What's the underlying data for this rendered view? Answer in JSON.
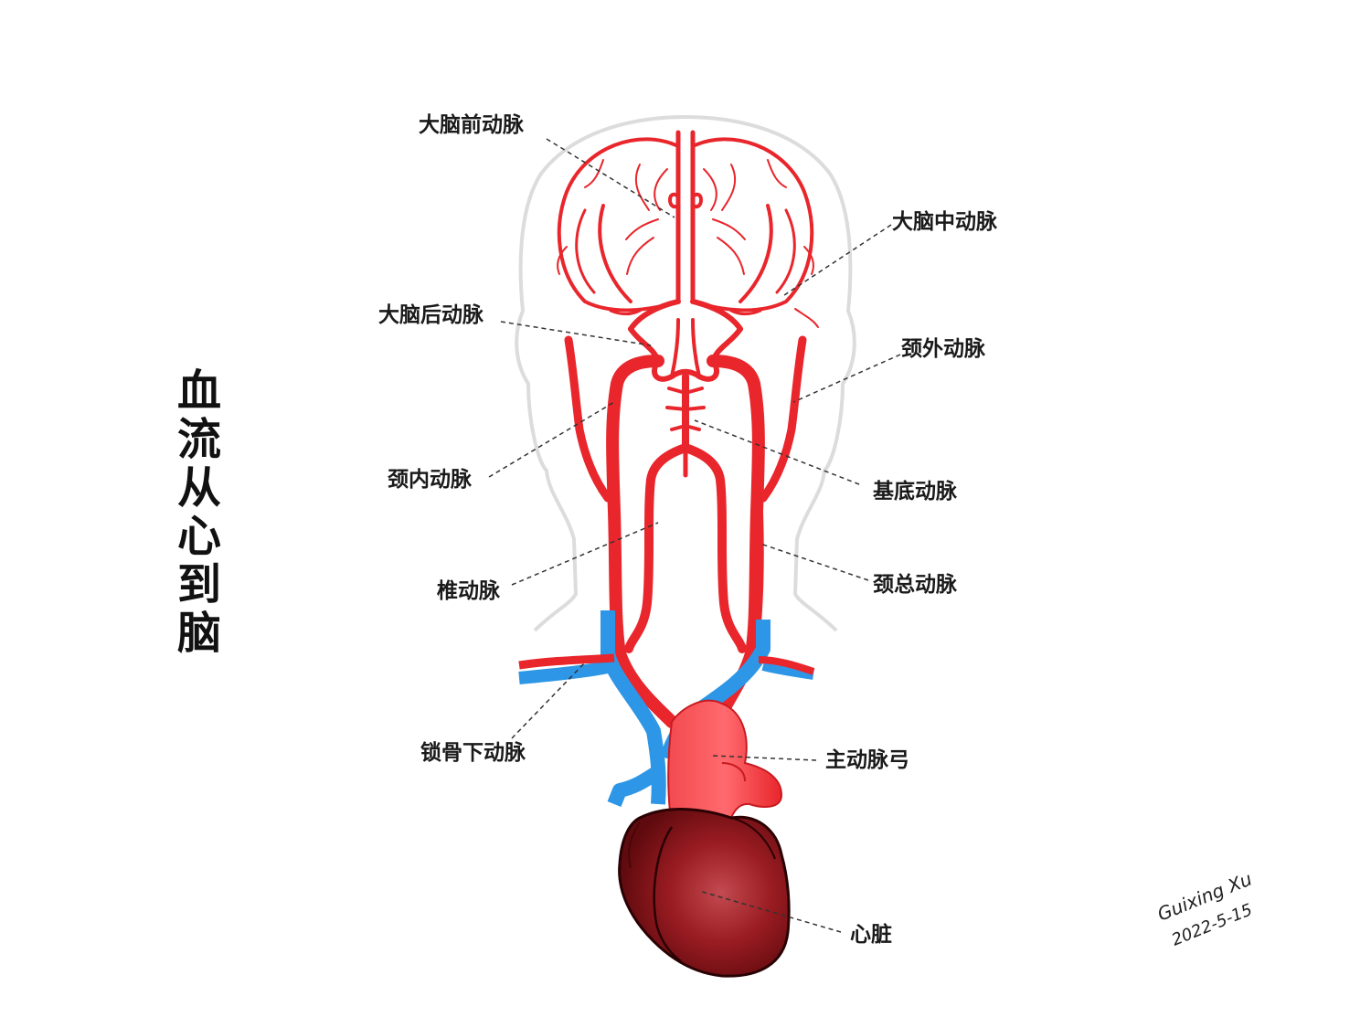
{
  "title_chars": [
    "血",
    "流",
    "从",
    "心",
    "到",
    "脑"
  ],
  "labels": {
    "anterior_cerebral": "大脑前动脉",
    "middle_cerebral": "大脑中动脉",
    "posterior_cerebral": "大脑后动脉",
    "external_carotid": "颈外动脉",
    "internal_carotid": "颈内动脉",
    "basilar": "基底动脉",
    "vertebral": "椎动脉",
    "common_carotid": "颈总动脉",
    "subclavian": "锁骨下动脉",
    "aortic_arch": "主动脉弓",
    "heart": "心脏"
  },
  "signature": {
    "name": "Guixing Xu",
    "date": "2022-5-15"
  },
  "colors": {
    "artery": "#e8262c",
    "vein": "#2e96e6",
    "heart": "#8e1418",
    "outline": "#dcdcdc",
    "leader": "#333333"
  }
}
